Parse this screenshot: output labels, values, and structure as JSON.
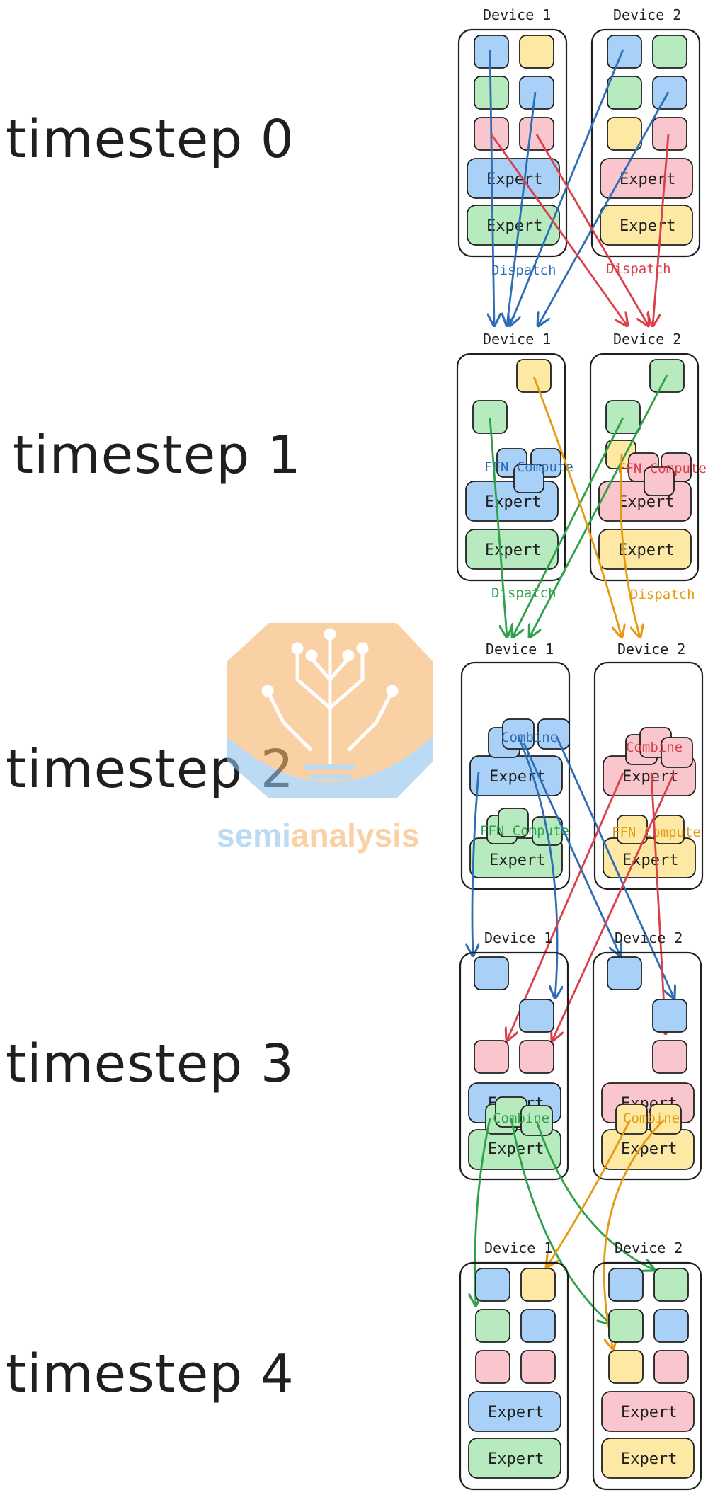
{
  "colors": {
    "blue": "#a9d1f7",
    "green": "#b7ebbf",
    "yellow": "#fde9a4",
    "red": "#f9c6cd",
    "blue_line": "#2f6db5",
    "red_line": "#d9404a",
    "green_line": "#2fa14a",
    "orange_line": "#e59a12",
    "stroke": "#1f1f1f"
  },
  "timesteps": [
    {
      "label": "timestep 0"
    },
    {
      "label": "timestep 1"
    },
    {
      "label": "timestep 2"
    },
    {
      "label": "timestep 3"
    },
    {
      "label": "timestep 4"
    }
  ],
  "devices": {
    "d1": "Device 1",
    "d2": "Device 2"
  },
  "expert_label": "Expert",
  "labels": {
    "dispatch": "Dispatch",
    "ffn_compute": "FFN Compute",
    "combine": "Combine"
  },
  "logo": {
    "part1": "semi",
    "part2": "analysis",
    "icon": "circuit-tree-bulb-icon"
  }
}
